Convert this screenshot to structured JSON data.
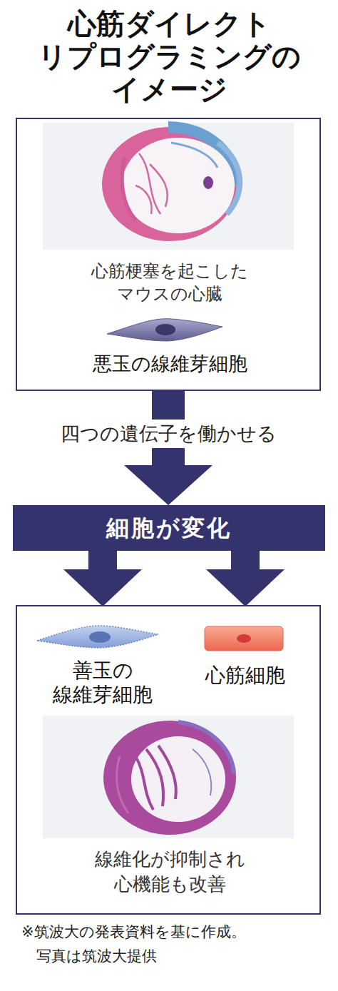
{
  "diagram": {
    "title": "心筋ダイレクト リプログラミングの イメージ",
    "caption": "※筑波大の発表資料を基に作成。 写真は筑波大提供",
    "nodes": [
      {
        "text": [
          "心筋梗塞を起こした マウスの心臓",
          "悪玉の線維芽細胞"
        ]
      },
      {
        "text": [
          "細胞が変化"
        ]
      },
      {
        "text": [
          "線維化が抑制され 心機能も改善"
        ]
      },
      {
        "text": [
          "善玉の 線維芽細胞"
        ],
        "in": 2
      },
      {
        "text": [
          "心筋細胞"
        ],
        "in": 2
      }
    ],
    "edges": [
      {
        "from": 0,
        "to": 1,
        "arrow": "to",
        "label": "四つの遺伝子を働かせる"
      },
      {
        "from": 1,
        "to": 3,
        "arrow": "to"
      },
      {
        "from": 1,
        "to": 4,
        "arrow": "to"
      }
    ]
  }
}
